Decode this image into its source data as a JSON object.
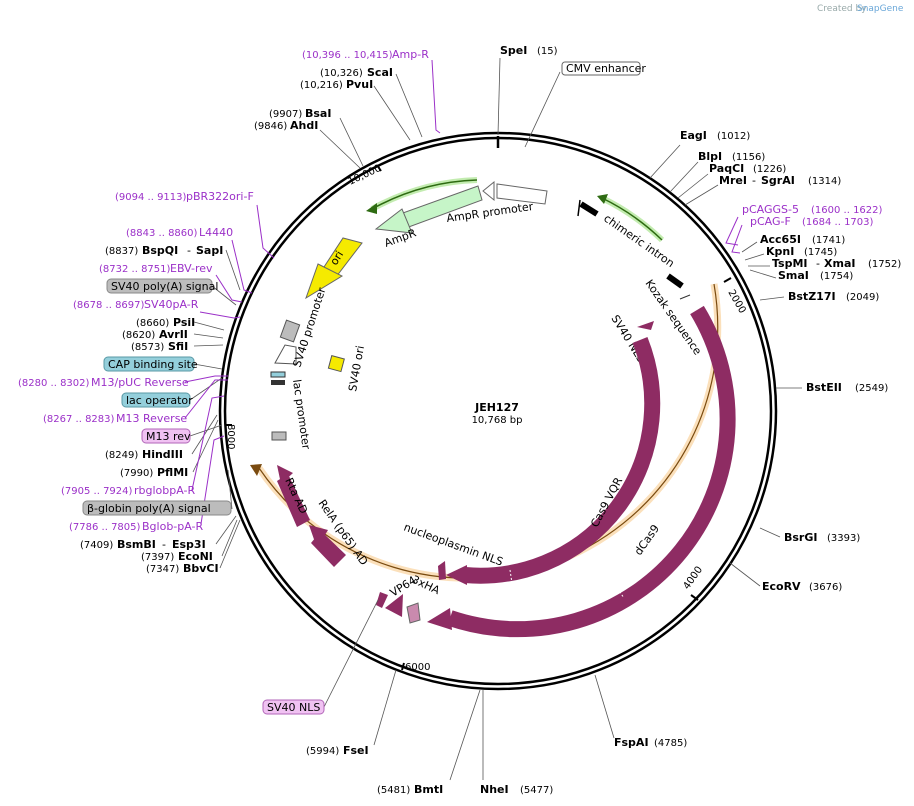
{
  "branding": {
    "created_by": "Created by",
    "product": "SnapGene"
  },
  "plasmid": {
    "name": "JEH127",
    "size": "10,768 bp",
    "length": 10768
  },
  "ticks": [
    {
      "bp": 2000,
      "label": "2000"
    },
    {
      "bp": 4000,
      "label": "4000"
    },
    {
      "bp": 6000,
      "label": "6000"
    },
    {
      "bp": 8000,
      "label": "8000"
    },
    {
      "bp": 10000,
      "label": "10,000"
    }
  ],
  "enzymes": [
    {
      "name": "SpeI",
      "pos": "(15)"
    },
    {
      "name": "EagI",
      "pos": "(1012)"
    },
    {
      "name": "BlpI",
      "pos": "(1156)"
    },
    {
      "name": "PaqCI",
      "pos": "(1226)"
    },
    {
      "name": "MreI",
      "extra": "SgrAI",
      "pos": "(1314)"
    },
    {
      "name": "Acc65I",
      "pos": "(1741)"
    },
    {
      "name": "KpnI",
      "pos": "(1745)"
    },
    {
      "name": "TspMI",
      "extra": "XmaI",
      "pos": "(1752)"
    },
    {
      "name": "SmaI",
      "pos": "(1754)"
    },
    {
      "name": "BstZ17I",
      "pos": "(2049)"
    },
    {
      "name": "BstEII",
      "pos": "(2549)"
    },
    {
      "name": "BsrGI",
      "pos": "(3393)"
    },
    {
      "name": "EcoRV",
      "pos": "(3676)"
    },
    {
      "name": "FspAI",
      "pos": "(4785)"
    },
    {
      "name": "NheI",
      "pos": "(5477)"
    },
    {
      "name": "BmtI",
      "pos": "(5481)"
    },
    {
      "name": "FseI",
      "pos": "(5994)"
    },
    {
      "name": "BbvCI",
      "pos": "(7347)"
    },
    {
      "name": "EcoNI",
      "pos": "(7397)"
    },
    {
      "name": "BsmBI",
      "extra": "Esp3I",
      "pos": "(7409)"
    },
    {
      "name": "PflMI",
      "pos": "(7990)"
    },
    {
      "name": "HindIII",
      "pos": "(8249)"
    },
    {
      "name": "SfiI",
      "pos": "(8573)"
    },
    {
      "name": "AvrII",
      "pos": "(8620)"
    },
    {
      "name": "PsiI",
      "pos": "(8660)"
    },
    {
      "name": "BspQI",
      "extra": "SapI",
      "pos": "(8837)"
    },
    {
      "name": "AhdI",
      "pos": "(9846)"
    },
    {
      "name": "BsaI",
      "pos": "(9907)"
    },
    {
      "name": "PvuI",
      "pos": "(10,216)"
    },
    {
      "name": "ScaI",
      "pos": "(10,326)"
    }
  ],
  "primers": [
    {
      "name": "Amp-R",
      "pos": "(10,396 .. 10,415)"
    },
    {
      "name": "pCAGGS-5",
      "pos": "(1600 .. 1622)"
    },
    {
      "name": "pCAG-F",
      "pos": "(1684 .. 1703)"
    },
    {
      "name": "pBR322ori-F",
      "pos": "(9094 .. 9113)"
    },
    {
      "name": "L4440",
      "pos": "(8843 .. 8860)"
    },
    {
      "name": "EBV-rev",
      "pos": "(8732 .. 8751)"
    },
    {
      "name": "SV40pA-R",
      "pos": "(8678 .. 8697)"
    },
    {
      "name": "M13/pUC Reverse",
      "pos": "(8280 .. 8302)"
    },
    {
      "name": "M13 Reverse",
      "pos": "(8267 .. 8283)"
    },
    {
      "name": "rbglobpA-R",
      "pos": "(7905 .. 7924)"
    },
    {
      "name": "Bglob-pA-R",
      "pos": "(7786 .. 7805)"
    }
  ],
  "boxed_labels": {
    "cmv": "CMV enhancer",
    "sv40polya": "SV40 poly(A) signal",
    "cap": "CAP binding site",
    "lacop": "lac operator",
    "m13rev": "M13 rev",
    "bglobin": "β-globin poly(A) signal",
    "sv40nls": "SV40 NLS"
  },
  "features": {
    "ampr_promoter": "AmpR promoter",
    "ampr": "AmpR",
    "ori": "ori",
    "sv40_promoter": "SV40 promoter",
    "sv40_ori": "SV40 ori",
    "lac_promoter": "lac promoter",
    "chimeric_intron": "chimeric intron",
    "kozak": "Kozak sequence",
    "sv40_nls": "SV40 NLS",
    "cas9_vqr": "Cas9 VQR",
    "dcas9": "dCas9",
    "nucleoplasmin_nls": "nucleoplasmin NLS",
    "ha": "3xHA",
    "vp64": "VP64",
    "rela": "RelA (p65) AD",
    "rta": "Rta AD"
  },
  "colors": {
    "primer": "#9b30c8",
    "protein": "#8e2c63",
    "green": "#c6f5c8",
    "yellow": "#f5ea00",
    "gray": "#bcbcbc",
    "cyan": "#94cfdb",
    "pink": "#f0c2f2",
    "orange": "#f3a53c"
  }
}
